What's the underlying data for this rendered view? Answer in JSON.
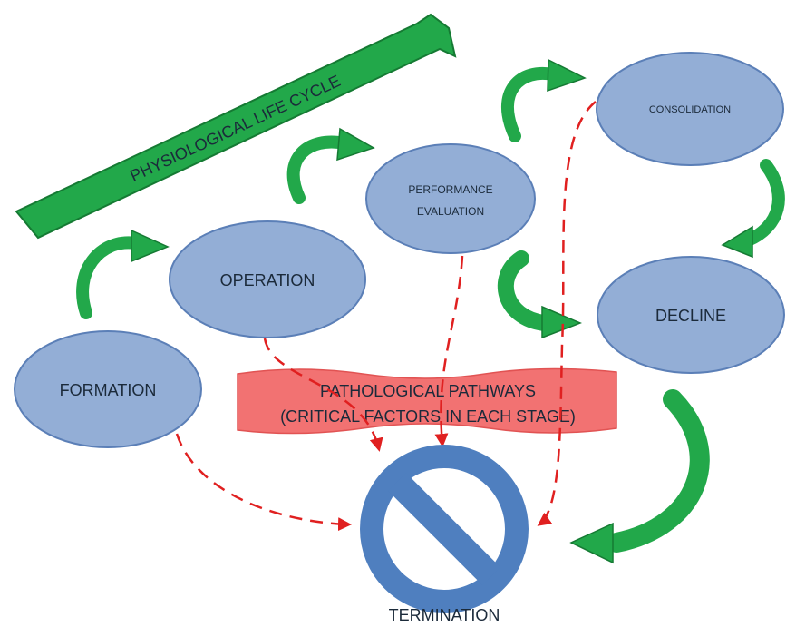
{
  "banner": {
    "label": "PHYSIOLOGICAL LIFE CYCLE"
  },
  "stages": {
    "formation": "FORMATION",
    "operation": "OPERATION",
    "performance_line1": "PERFORMANCE",
    "performance_line2": "EVALUATION",
    "consolidation": "CONSOLIDATION",
    "decline": "DECLINE"
  },
  "pathology": {
    "line1": "PATHOLOGICAL PATHWAYS",
    "line2": "(CRITICAL FACTORS IN EACH STAGE)"
  },
  "termination": {
    "label": "TERMINATION"
  },
  "colors": {
    "node_fill": "#93aed6",
    "node_stroke": "#5b7fb7",
    "green": "#22a84a",
    "green_dark": "#157a33",
    "banner_red": "#f26b6b",
    "dash_red": "#e02020",
    "stop_blue": "#4f7fbf"
  }
}
